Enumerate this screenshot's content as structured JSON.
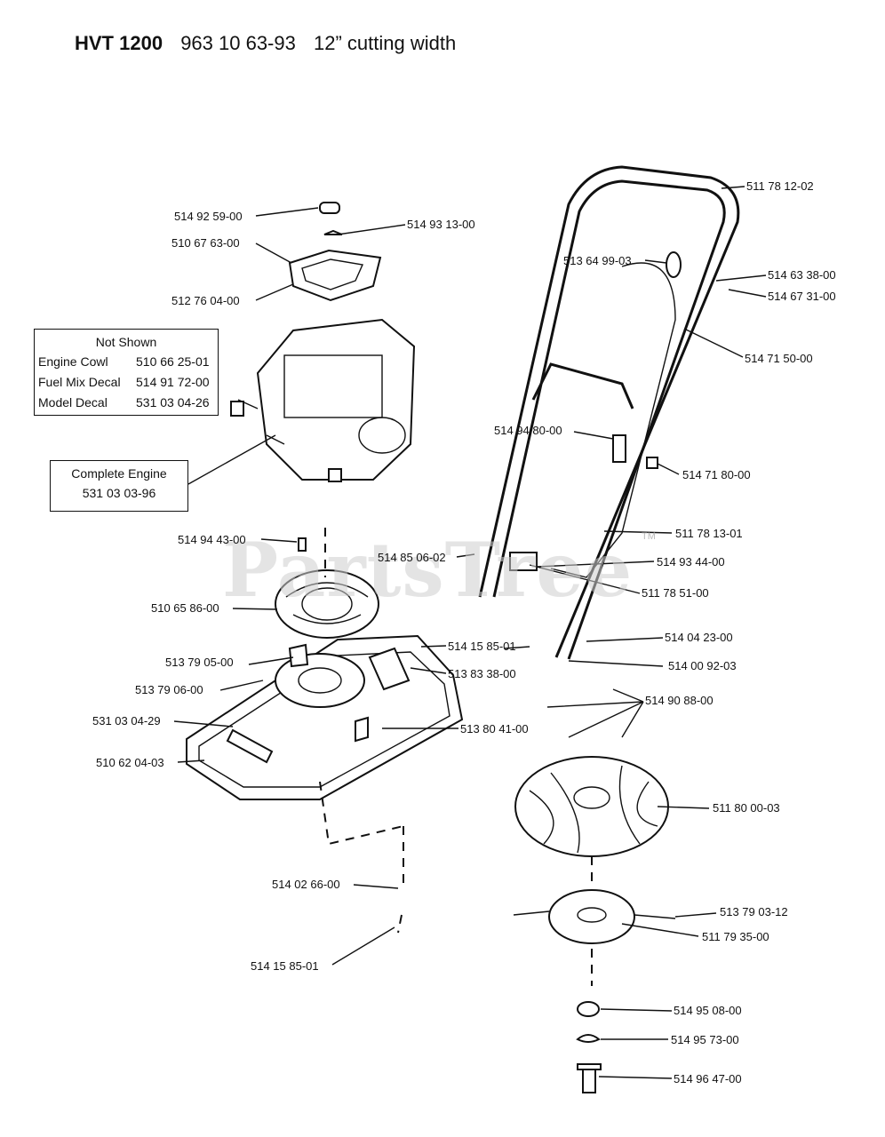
{
  "header": {
    "model": "HVT 1200",
    "part_number": "963 10 63-93",
    "cutting_width": "12” cutting width"
  },
  "not_shown": {
    "title": "Not Shown",
    "items": [
      {
        "name": "Engine Cowl",
        "part": "510 66 25-01"
      },
      {
        "name": "Fuel Mix Decal",
        "part": "514 91 72-00"
      },
      {
        "name": "Model Decal",
        "part": "531 03 04-26"
      }
    ]
  },
  "complete_engine": {
    "title": "Complete Engine",
    "part": "531 03 03-96"
  },
  "watermark": {
    "text": "PartsTree",
    "tm": "TM"
  },
  "callouts": [
    "514 92 59-00",
    "514 93 13-00",
    "510 67 63-00",
    "512 76 04-00",
    "511 78 12-02",
    "513 64 99-03",
    "514 63 38-00",
    "514 67 31-00",
    "514 71 50-00",
    "514 94 80-00",
    "514 71 80-00",
    "514 94 43-00",
    "511 78 13-01",
    "514 85 06-02",
    "514 93 44-00",
    "511 78 51-00",
    "510 65 86-00",
    "514 15 85-01",
    "514 04 23-00",
    "513 79 05-00",
    "513 83 38-00",
    "514 00 92-03",
    "513 79 06-00",
    "514 90 88-00",
    "531 03 04-29",
    "513 80 41-00",
    "510 62 04-03",
    "511 80 00-03",
    "514 02 66-00",
    "513 79 03-12",
    "511 79 35-00",
    "514 15 85-01",
    "514 95 08-00",
    "514 95 73-00",
    "514 96 47-00"
  ]
}
